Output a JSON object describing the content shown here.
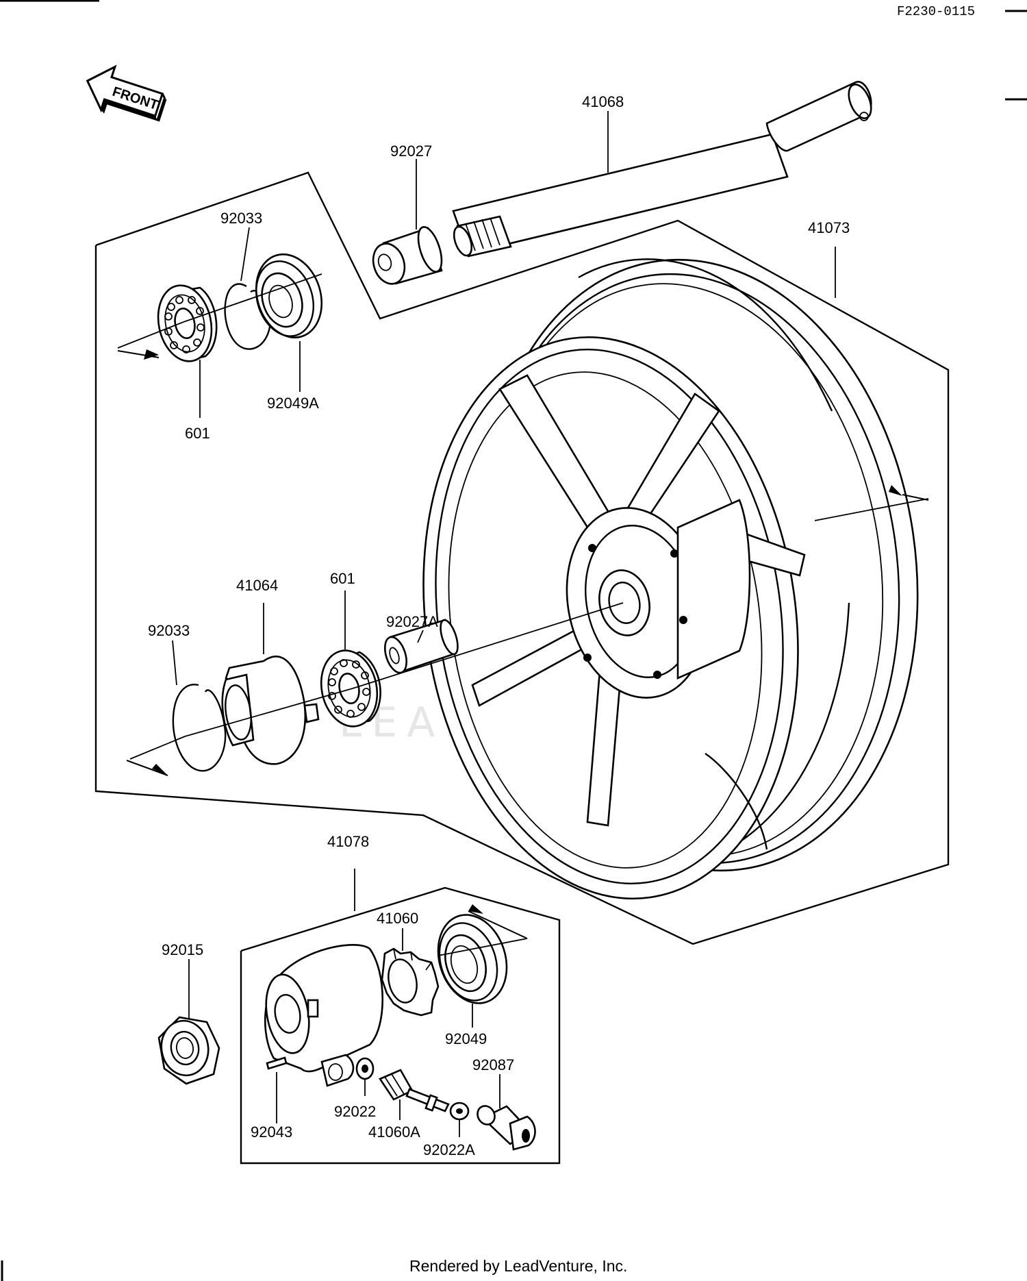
{
  "header": {
    "reference": "F2230-0115",
    "front_label": "FRONT"
  },
  "parts": {
    "p41068": "41068",
    "p92027": "92027",
    "p92033_top": "92033",
    "p41073": "41073",
    "p601_top": "601",
    "p92049A": "92049A",
    "p41064": "41064",
    "p601_mid": "601",
    "p92027A": "92027A",
    "p92033_mid": "92033",
    "p41078": "41078",
    "p41060": "41060",
    "p92015": "92015",
    "p92049": "92049",
    "p92087": "92087",
    "p92022": "92022",
    "p92043": "92043",
    "p41060A": "41060A",
    "p92022A": "92022A"
  },
  "watermark": "LEADVENTURE",
  "footer": {
    "credit": "Rendered by LeadVenture, Inc."
  }
}
